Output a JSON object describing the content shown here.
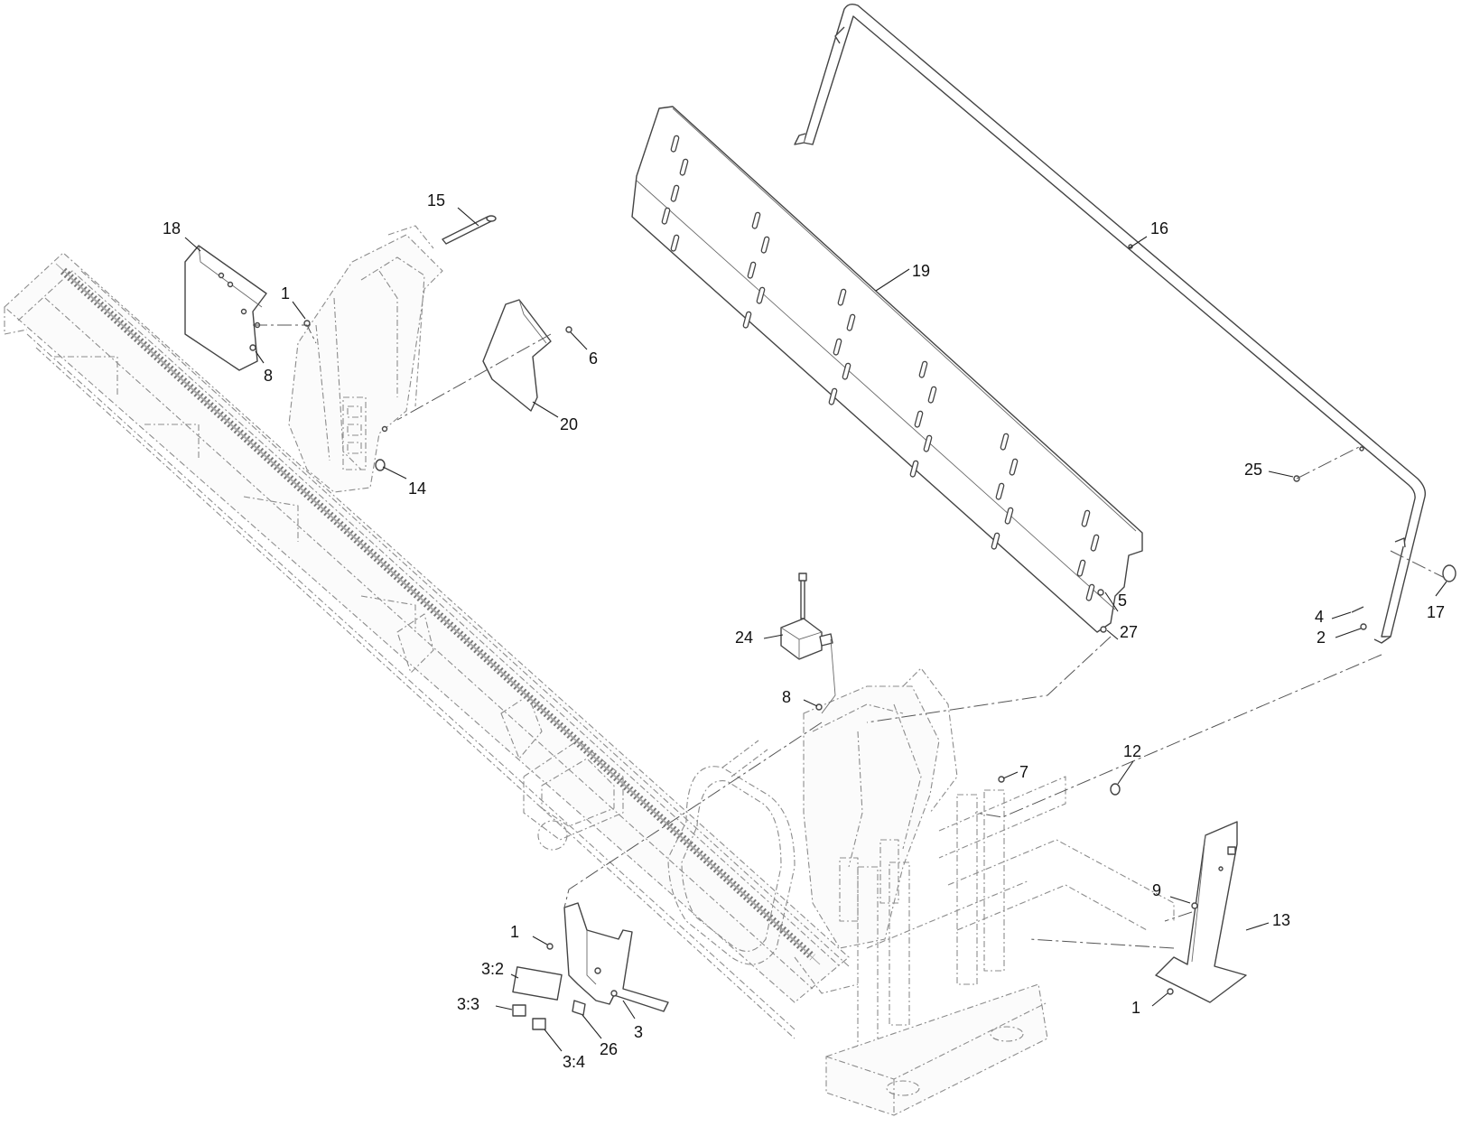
{
  "diagram": {
    "callouts": [
      {
        "id": "c1",
        "label": "15"
      },
      {
        "id": "c2",
        "label": "18"
      },
      {
        "id": "c3",
        "label": "1"
      },
      {
        "id": "c4",
        "label": "8"
      },
      {
        "id": "c5",
        "label": "6"
      },
      {
        "id": "c6",
        "label": "20"
      },
      {
        "id": "c7",
        "label": "14"
      },
      {
        "id": "c8",
        "label": "16"
      },
      {
        "id": "c9",
        "label": "19"
      },
      {
        "id": "c10",
        "label": "25"
      },
      {
        "id": "c11",
        "label": "17"
      },
      {
        "id": "c12",
        "label": "4"
      },
      {
        "id": "c13",
        "label": "2"
      },
      {
        "id": "c14",
        "label": "5"
      },
      {
        "id": "c15",
        "label": "27"
      },
      {
        "id": "c16",
        "label": "24"
      },
      {
        "id": "c17",
        "label": "8"
      },
      {
        "id": "c18",
        "label": "7"
      },
      {
        "id": "c19",
        "label": "12"
      },
      {
        "id": "c20",
        "label": "9"
      },
      {
        "id": "c21",
        "label": "13"
      },
      {
        "id": "c22",
        "label": "1"
      },
      {
        "id": "c23",
        "label": "1"
      },
      {
        "id": "c24",
        "label": "3:2"
      },
      {
        "id": "c25",
        "label": "3:3"
      },
      {
        "id": "c26",
        "label": "3"
      },
      {
        "id": "c27",
        "label": "26"
      },
      {
        "id": "c28",
        "label": "3:4"
      }
    ]
  }
}
